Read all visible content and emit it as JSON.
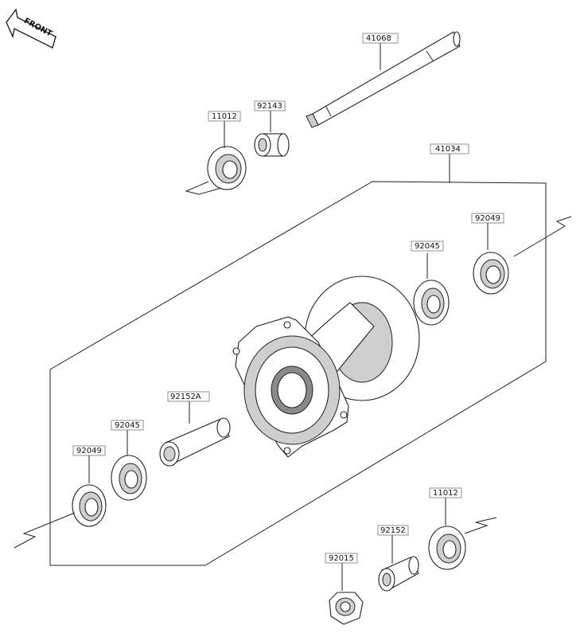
{
  "front_label": "FRONT",
  "parts": {
    "axle": "41068",
    "bearing_top": "11012",
    "collar_top": "92143",
    "hub": "41034",
    "seal_right": "92049",
    "bearing_right": "92045",
    "spacer": "92152A",
    "bearing_left": "92045",
    "seal_left": "92049",
    "bearing_bottom": "11012",
    "collar_bottom": "92152",
    "nut": "92015"
  }
}
